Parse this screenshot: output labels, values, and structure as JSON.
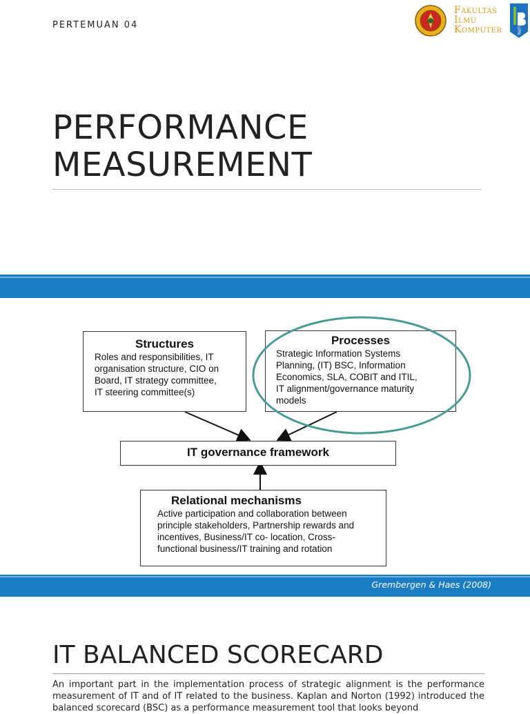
{
  "slide1": {
    "meeting_label": "PERTEMUAN 04",
    "title_line1": "PERFORMANCE",
    "title_line2": "MEASUREMENT",
    "logo": {
      "line1": "Fakultas",
      "line2": "Ilmu",
      "line3": "Komputer",
      "mark_text": "UPN"
    }
  },
  "slide2": {
    "structures": {
      "title": "Structures",
      "lines": [
        "Roles and responsibilities,  IT",
        "organisation structure, CIO on",
        "Board, IT strategy committee,",
        "IT steering committee(s)"
      ]
    },
    "processes": {
      "title": "Processes",
      "lines": [
        "Strategic Information Systems",
        "Planning, (IT) BSC, Information",
        "Economics, SLA, COBIT and ITIL,",
        "IT alignment/governance maturity",
        "models"
      ]
    },
    "framework": {
      "title": "IT governance framework"
    },
    "relational": {
      "title": "Relational mechanisms",
      "lines": [
        "Active participation and collaboration between",
        "principle stakeholders, Partnership rewards and",
        "incentives, Business/IT co- location, Cross-",
        "functional business/IT training and rotation"
      ]
    },
    "citation": "Grembergen & Haes (2008)"
  },
  "slide3": {
    "title": "IT BALANCED SCORECARD",
    "paragraph": "An important part in the implementation process of strategic alignment is the performance measurement of IT and of IT related to the business. Kaplan and Norton (1992) introduced the balanced scorecard (BSC) as a performance measurement tool that looks beyond"
  },
  "colors": {
    "band_blue": "#1a7dc4",
    "highlight_ellipse": "#4a9a96",
    "logo_gold": "#d99a1e",
    "logo_blue": "#1f6fbf"
  }
}
